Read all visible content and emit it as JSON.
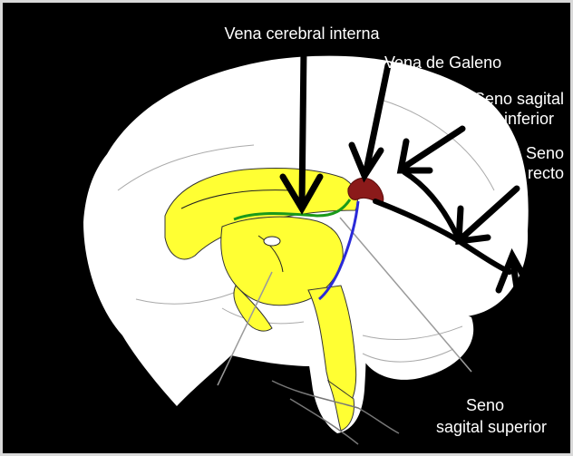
{
  "labels": {
    "vena_cerebral_interna": "Vena cerebral interna",
    "vena_de_galeno": "Vena de Galeno",
    "seno_sagital_inferior_1": "Seno sagital",
    "seno_sagital_inferior_2": "inferior",
    "seno_recto_1": "Seno",
    "seno_recto_2": "recto",
    "seno_sagital_superior_1": "Seno",
    "seno_sagital_superior_2": "sagital superior"
  },
  "colors": {
    "background": "#000000",
    "brain": "#ffffff",
    "deep_structures": "#ffff33",
    "internal_cerebral_vein": "#1a9a1a",
    "basal_vein": "#2a2ad8",
    "vein_of_galen": "#8b1a1a",
    "sinus_and_arrows": "#000000",
    "label_text": "#ffffff"
  }
}
